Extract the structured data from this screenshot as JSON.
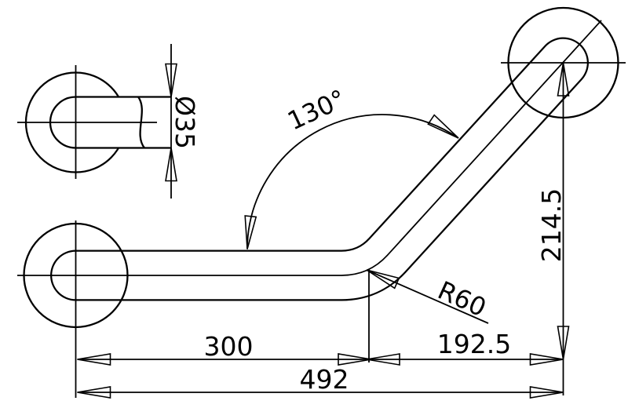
{
  "drawing": {
    "background_color": "#ffffff",
    "line_color": "#000000",
    "dimensions": {
      "tube_diameter": "Ø35",
      "bend_angle": "130°",
      "bend_radius": "R60",
      "span_left": "300",
      "span_right": "192.5",
      "span_total": "492",
      "rise": "214.5"
    }
  }
}
